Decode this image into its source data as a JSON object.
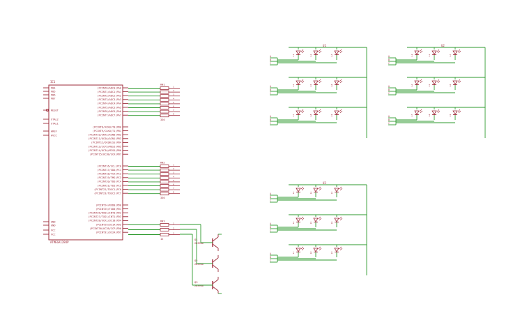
{
  "mcu": {
    "ref": "IC1",
    "part": "ATMEGA1284P",
    "left_pins": [
      "PB4",
      "PB5",
      "PB6",
      "PB7",
      "RESET",
      "XTAL2",
      "XTAL1",
      "AREF",
      "AVCC",
      "GND",
      "GND",
      "VCC",
      "VCC"
    ],
    "right_pins": [
      "(PCINT0/ADC0)PA0",
      "(PCINT1/ADC1)PA1",
      "(PCINT2/ADC2)PA2",
      "(PCINT3/ADC3)PA3",
      "(PCINT4/ADC4)PA4",
      "(PCINT5/ADC5)PA5",
      "(PCINT6/ADC6)PA6",
      "(PCINT7/ADC7)PA7",
      "(PCINT8/XCK0/T0)PB0",
      "(PCINT9/CLKO/T1)PB1",
      "(PCINT10/INT2/AIN0)PB2",
      "(PCINT11/OC0A/AIN1)PB3",
      "(PCINT12/OC0B/SS)PB4",
      "(PCINT13/ICP3/MOSI)PB5",
      "(PCINT14/OC3A/MISO)PB6",
      "(PCINT15/OC3B/SCK)PB7",
      "(PCINT16/SCL)PC0",
      "(PCINT17/SDA)PC1",
      "(PCINT18/TCK)PC2",
      "(PCINT19/TMS)PC3",
      "(PCINT20/TDO)PC4",
      "(PCINT21/TDI)PC5",
      "(PCINT22/TOSC1)PC6",
      "(PCINT23/TOSC2)PC7",
      "(PCINT24/RXD0)PD0",
      "(PCINT25/TXD0)PD1",
      "(PCINT26/RXD1/INT0)PD2",
      "(PCINT27/TXD1/INT1)PD3",
      "(PCINT28/XCK1/OC1B)PD4",
      "(PCINT29/OC1A)PD5",
      "(PCINT30/OC2B/ICP)PD6",
      "(PCINT31/OC2A)PD7"
    ]
  },
  "resistor_packs": [
    {
      "ref": "RN1",
      "value": "330"
    },
    {
      "ref": "RN2",
      "value": "330"
    },
    {
      "ref": "RN3",
      "value": "1k"
    }
  ],
  "transistors": [
    {
      "ref": "Q1",
      "part": "2N3906"
    },
    {
      "ref": "Q2",
      "part": "2N3906"
    },
    {
      "ref": "Q3",
      "part": "2N3906"
    }
  ],
  "led_groups": [
    {
      "ref": "U1",
      "leds": [
        [
          "L1",
          "L2",
          "L3"
        ],
        [
          "L4",
          "L5",
          "L6"
        ],
        [
          "L7",
          "L8",
          "L9"
        ]
      ]
    },
    {
      "ref": "U2",
      "leds": [
        [
          "L1",
          "L2",
          "L3"
        ],
        [
          "L4",
          "L5",
          "L6"
        ],
        [
          "L7",
          "L8",
          "L9"
        ]
      ]
    },
    {
      "ref": "U3",
      "leds": [
        [
          "L1",
          "L2",
          "L3"
        ],
        [
          "L4",
          "L5",
          "L6"
        ],
        [
          "L7",
          "L8",
          "L9"
        ]
      ]
    }
  ],
  "led_net_labels": [
    "A",
    "B",
    "C"
  ],
  "colors": {
    "wire": "#2e9a2e",
    "symbol": "#9e2b3a",
    "background": "#ffffff"
  }
}
